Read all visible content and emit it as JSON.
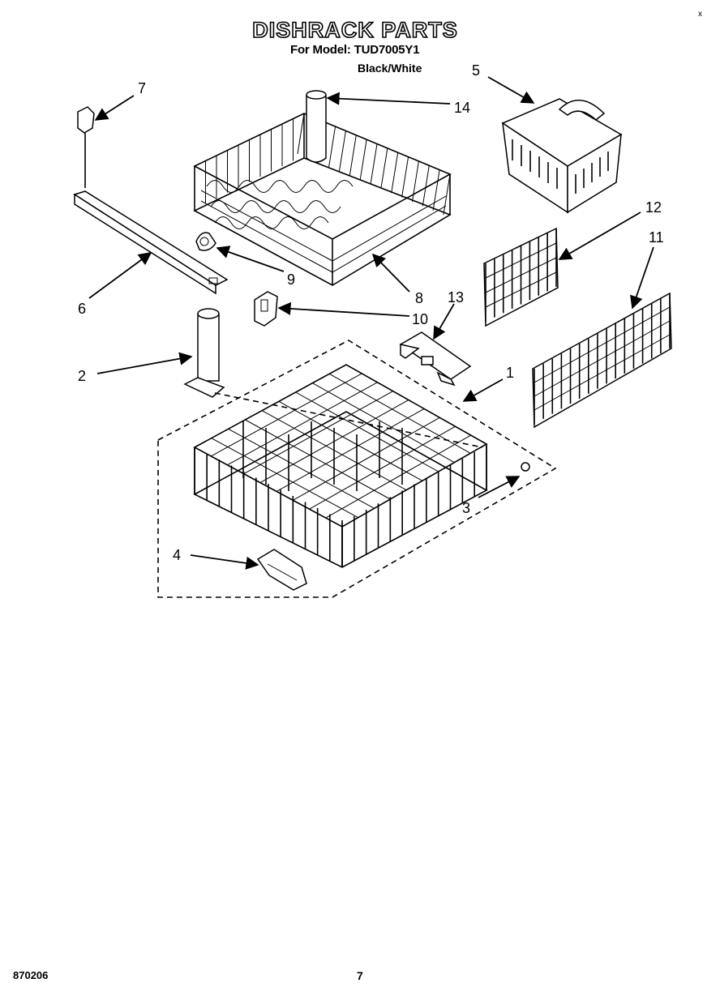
{
  "header": {
    "title": "DISHRACK PARTS",
    "model_line": "For Model: TUD7005Y1",
    "color_line": "Black/White",
    "corner_mark": "x"
  },
  "callouts": [
    "1",
    "2",
    "3",
    "4",
    "5",
    "6",
    "7",
    "8",
    "9",
    "10",
    "11",
    "12",
    "13",
    "14"
  ],
  "footer": {
    "code": "870206",
    "page_number": "7"
  }
}
